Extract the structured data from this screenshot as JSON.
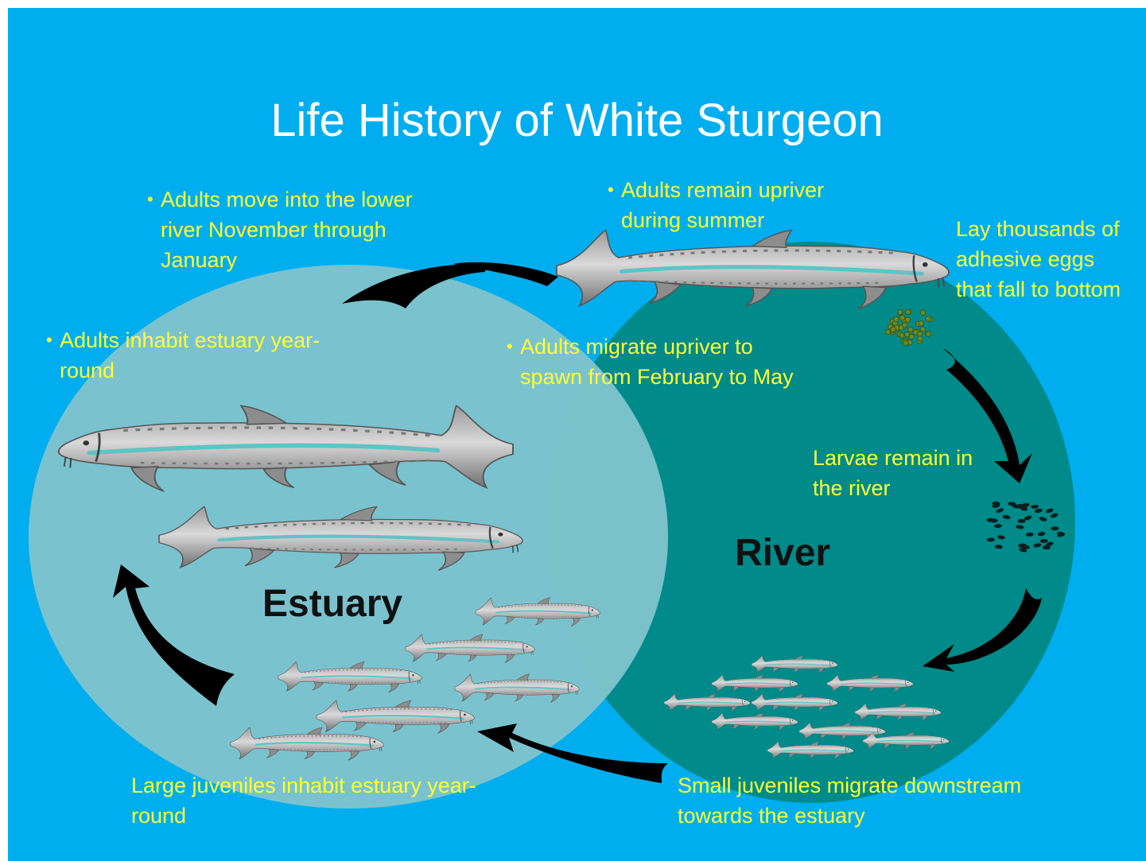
{
  "title": "Life History of White Sturgeon",
  "zones": {
    "estuary": "Estuary",
    "river": "River"
  },
  "notes": {
    "adults_move_lower_river": "Adults move into the lower river November through January",
    "adults_remain_upriver": "Adults remain upriver during summer",
    "lay_eggs": "Lay thousands of adhesive eggs that fall to bottom",
    "adults_inhabit_estuary": "Adults inhabit estuary year-round",
    "adults_migrate_upriver": "Adults migrate upriver to spawn from February to May",
    "larvae_remain": "Larvae remain in the river",
    "large_juveniles": "Large juveniles inhabit estuary year-round",
    "small_juveniles": "Small juveniles migrate downstream towards the estuary"
  },
  "bullet": "•",
  "icons": [
    "sturgeon-adult-icon",
    "sturgeon-juvenile-icon",
    "egg-cluster-icon",
    "larvae-cluster-icon",
    "cycle-arrow-icon"
  ],
  "colors": {
    "background": "#00AEEF",
    "estuary": "#7FC4CC",
    "river": "#008A8A",
    "title": "#FFFFFF",
    "note_text": "#FFFF33",
    "arrow": "#000000"
  }
}
